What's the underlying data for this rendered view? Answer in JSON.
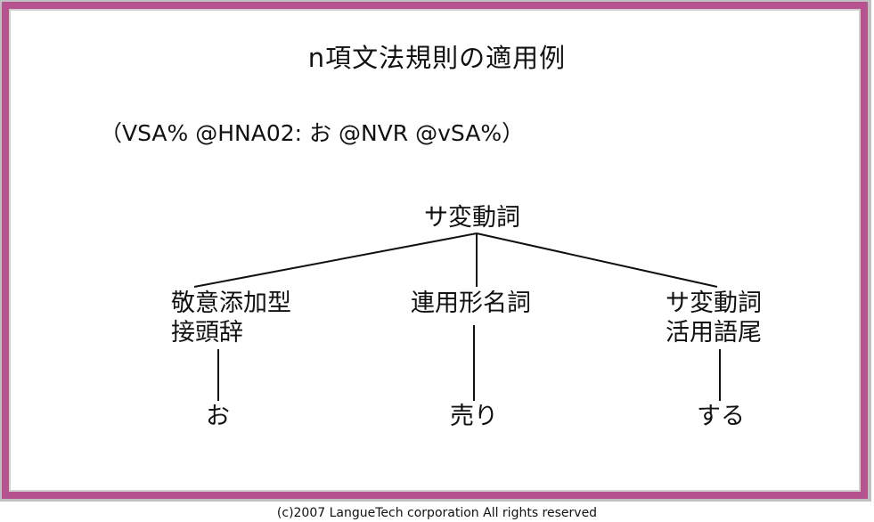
{
  "title": "n項文法規則の適用例",
  "rule": "（VSA% @HNA02: お @NVR @vSA%）",
  "tree": {
    "root": "サ変動詞",
    "children": [
      {
        "label_line1": "敬意添加型",
        "label_line2": "接頭辞",
        "leaf": "お"
      },
      {
        "label_line1": "連用形名詞",
        "label_line2": "",
        "leaf": "売り"
      },
      {
        "label_line1": "サ変動詞",
        "label_line2": "活用語尾",
        "leaf": "する"
      }
    ]
  },
  "copyright": "(c)2007 LangueTech corporation All rights reserved",
  "colors": {
    "frame": "#b6538f",
    "text": "#111111",
    "line": "#111111"
  }
}
